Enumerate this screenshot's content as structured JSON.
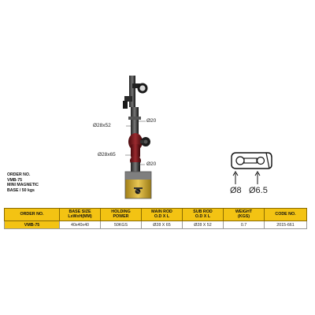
{
  "callouts": {
    "top_dia": "Ø28x52",
    "top_rod": "Ø20",
    "mid_dia": "Ø28x65",
    "mid_rod": "Ø20"
  },
  "clamp_detail": {
    "label_left": "Ø8",
    "label_right": "Ø6.5"
  },
  "order_info": {
    "line1": "ORDER NO.",
    "line2": "VMB-75",
    "line3": "MINI MAGNETIC",
    "line4": "BASE / 50 kgs"
  },
  "table": {
    "headers": [
      {
        "main": "ORDER NO.",
        "sub": ""
      },
      {
        "main": "BASE SIZE",
        "sub": "LxWxH(MM)"
      },
      {
        "main": "HOLDING",
        "sub": "POWER"
      },
      {
        "main": "MAIN ROD",
        "sub": "O.D X L"
      },
      {
        "main": "SUB ROD",
        "sub": "O.D X L"
      },
      {
        "main": "WEIGHT",
        "sub": "(KGS)"
      },
      {
        "main": "CODE NO.",
        "sub": ""
      }
    ],
    "row": [
      "VMB-75",
      "40x40x40",
      "50KGS",
      "Ø28 X 65",
      "Ø28 X 52",
      "0.7",
      "2015-661"
    ]
  },
  "colors": {
    "header_yellow": "#f3c313",
    "body_red": "#7a1a1e",
    "base_gold": "#c9a227",
    "base_gray": "#8d8d8d"
  }
}
